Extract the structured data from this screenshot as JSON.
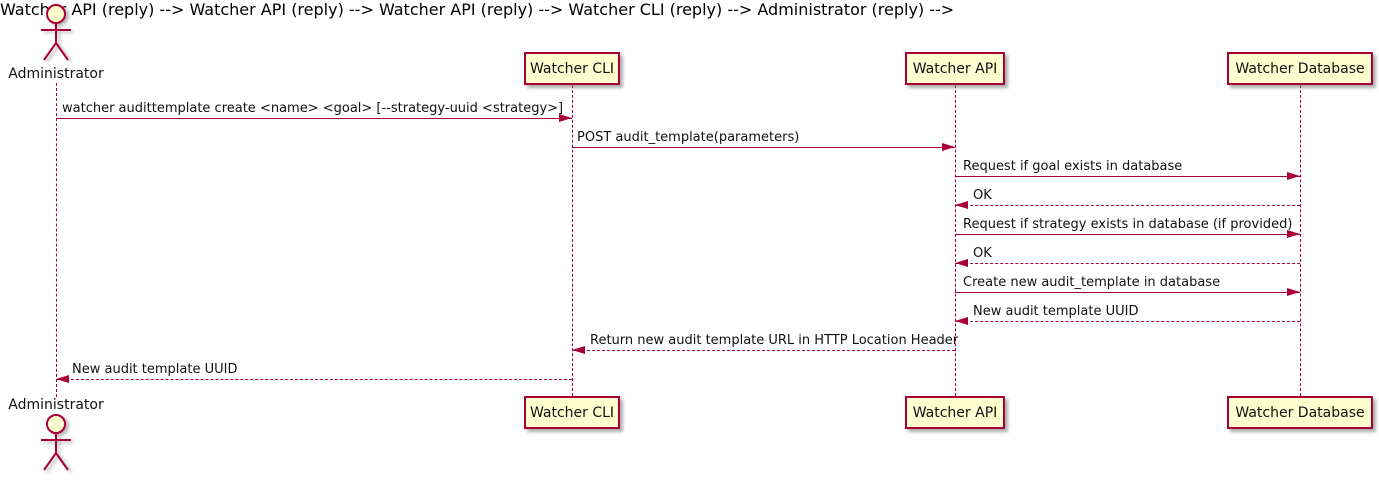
{
  "diagram": {
    "type": "uml-sequence-diagram",
    "colors": {
      "accent": "#A80036",
      "participant_fill": "#FEFECE",
      "text": "#111111",
      "background": "#FFFFFF"
    },
    "actor": {
      "name": "Administrator"
    },
    "participants": [
      {
        "label": "Watcher CLI"
      },
      {
        "label": "Watcher API"
      },
      {
        "label": "Watcher Database"
      }
    ],
    "messages": [
      {
        "from": "Administrator",
        "to": "Watcher CLI",
        "style": "solid",
        "text": "watcher audittemplate create <name> <goal> [--strategy-uuid <strategy>]"
      },
      {
        "from": "Watcher CLI",
        "to": "Watcher API",
        "style": "solid",
        "text": "POST audit_template(parameters)"
      },
      {
        "from": "Watcher API",
        "to": "Watcher Database",
        "style": "solid",
        "text": "Request if goal exists in database"
      },
      {
        "from": "Watcher Database",
        "to": "Watcher API",
        "style": "dashed",
        "text": "OK"
      },
      {
        "from": "Watcher API",
        "to": "Watcher Database",
        "style": "solid",
        "text": "Request if strategy exists in database (if provided)"
      },
      {
        "from": "Watcher Database",
        "to": "Watcher API",
        "style": "dashed",
        "text": "OK"
      },
      {
        "from": "Watcher API",
        "to": "Watcher Database",
        "style": "solid",
        "text": "Create new audit_template in database"
      },
      {
        "from": "Watcher Database",
        "to": "Watcher API",
        "style": "dashed",
        "text": "New audit template UUID"
      },
      {
        "from": "Watcher API",
        "to": "Watcher CLI",
        "style": "dashed",
        "text": "Return new audit template URL in HTTP Location Header"
      },
      {
        "from": "Watcher CLI",
        "to": "Administrator",
        "style": "dashed",
        "text": "New audit template UUID"
      }
    ]
  }
}
